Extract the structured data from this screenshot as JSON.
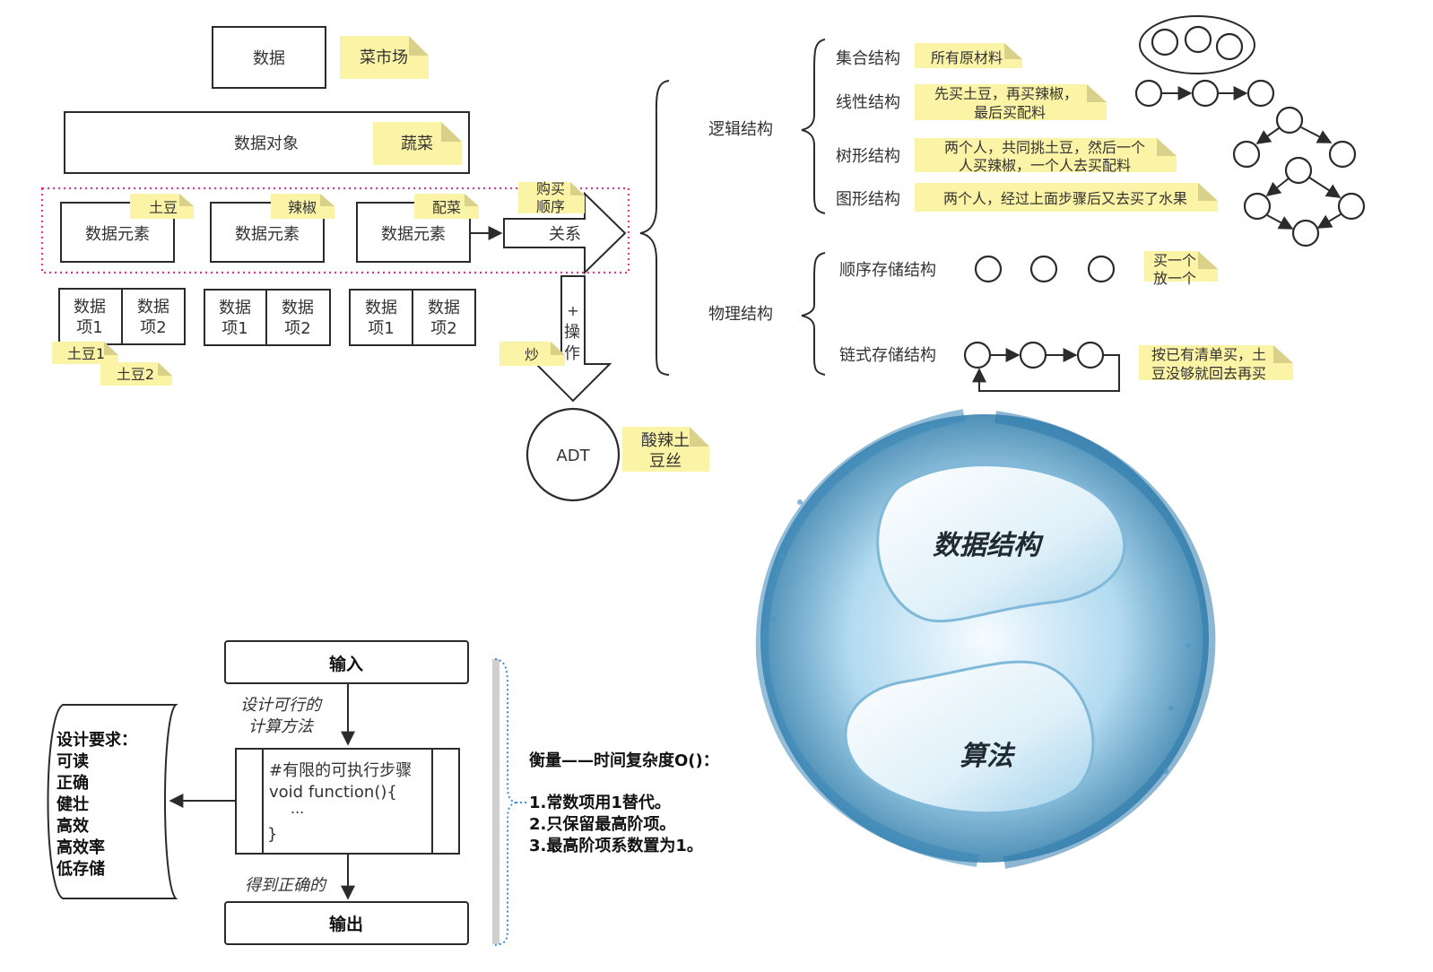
{
  "top": {
    "data": "数据",
    "market_note": "菜市场",
    "data_object": "数据对象",
    "vegetable_note": "蔬菜",
    "element": "数据元素",
    "potato_note": "土豆",
    "pepper_note": "辣椒",
    "side_note": "配菜",
    "buy_order_line1": "购买",
    "buy_order_line2": "顺序",
    "relation": "关系",
    "item_line1": "数据",
    "item1_line2": "项1",
    "item2_line2": "项2",
    "potato1_note": "土豆1",
    "potato2_note": "土豆2",
    "plus": "+",
    "op_line1": "操",
    "op_line2": "作",
    "fry_note": "炒",
    "adt": "ADT",
    "adt_note_line1": "酸辣土",
    "adt_note_line2": "豆丝"
  },
  "structures": {
    "logical": "逻辑结构",
    "physical": "物理结构",
    "set": "集合结构",
    "set_note": "所有原材料",
    "linear": "线性结构",
    "linear_note_line1": "先买土豆，再买辣椒，",
    "linear_note_line2": "最后买配料",
    "tree": "树形结构",
    "tree_note_line1": "两个人，共同挑土豆，然后一个",
    "tree_note_line2": "人买辣椒，一个人去买配料",
    "graph": "图形结构",
    "graph_note": "两个人，经过上面步骤后又去买了水果",
    "sequential": "顺序存储结构",
    "sequential_note_line1": "买一个",
    "sequential_note_line2": "放一个",
    "linked": "链式存储结构",
    "linked_note_line1": "按已有清单买，土",
    "linked_note_line2": "豆没够就回去再买"
  },
  "algorithm": {
    "input": "输入",
    "design_line1": "设计可行的",
    "design_line2": "计算方法",
    "code_line1": "#有限的可执行步骤",
    "code_line2": "void function(){",
    "code_line3": "...",
    "code_line4": "}",
    "correct": "得到正确的",
    "output": "输出",
    "requirements": [
      "设计要求：",
      "可读",
      "正确",
      "健壮",
      "高效",
      "高效率",
      "低存储"
    ],
    "measure_title": "衡量——时间复杂度O()：",
    "rules": [
      "1.常数项用1替代。",
      "2.只保留最高阶项。",
      "3.最高阶项系数置为1。"
    ]
  },
  "yin_yang": {
    "top_label": "数据结构",
    "bottom_label": "算法",
    "colors": {
      "light": "#e8f4fb",
      "mid": "#8ec6e3",
      "dark": "#1d6fa3"
    }
  },
  "colors": {
    "note": "#fbf3a5",
    "dotted_border": "#e03a8c",
    "dotted_bracket": "#3a8ee0"
  }
}
